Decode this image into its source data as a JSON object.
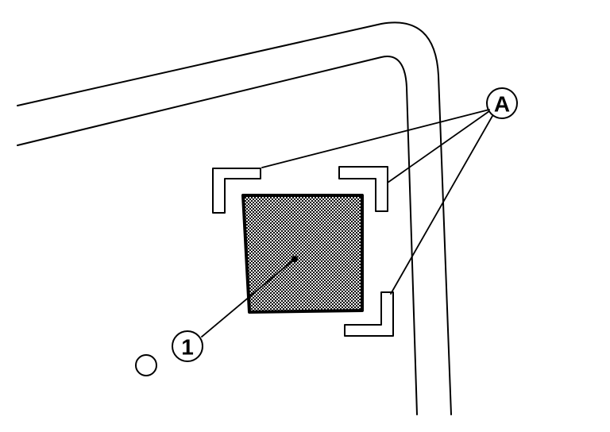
{
  "callouts": {
    "a_label": "A",
    "one_label": "1"
  },
  "colors": {
    "ink": "#000000",
    "paper": "#ffffff",
    "pad_fill": "dotted grey"
  }
}
